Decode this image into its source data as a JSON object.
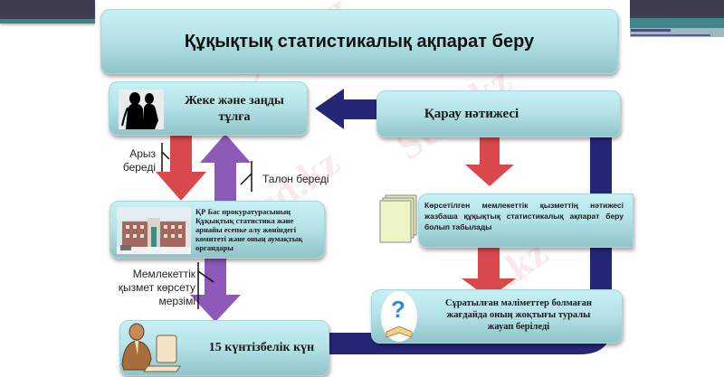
{
  "title": "Құқықтық статистикалық ақпарат беру",
  "nodes": {
    "applicant": {
      "label_line1": "Жеке және заңды",
      "label_line2": "тұлға",
      "icon": "people-silhouette-icon"
    },
    "review_result": {
      "label": "Қарау нәтижесі"
    },
    "authority": {
      "lines": [
        "ҚР Бас прокуратурасының",
        "Құқықтық статистика және",
        "арнайы есепке алу жөніндегі",
        "комитеті және оның аумақтық",
        "органдары"
      ],
      "icon": "building-photo-icon"
    },
    "result_doc": {
      "text": "Көрсетілген мемлекеттік қызметтің нәтижесі жазбаша құқықтық статистикалық ақпарат беру болып табылады",
      "icon": "documents-stack-icon"
    },
    "no_data": {
      "lines": [
        "Сұратылған мәліметтер болмаған",
        "жағдайда оның жоқтығы туралы",
        "жауап беріледі"
      ],
      "icon": "question-book-icon"
    },
    "deadline": {
      "label": "15 күнтізбелік күн",
      "icon": "office-worker-icon"
    }
  },
  "edges": {
    "submits_application": {
      "line1": "Арыз",
      "line2": "береді"
    },
    "gives_ticket": {
      "label": "Талон береді"
    },
    "service_period": {
      "line1": "Мемлекеттік",
      "line2": "қызмет көрсету",
      "line3": "мерзімі"
    }
  },
  "colors": {
    "red_arrow": "#d9494c",
    "purple_arrow": "#8d5aba",
    "navy_arrow": "#262677",
    "box_top": "#c7f0f4",
    "box_bottom": "#8fc4c9",
    "header_dark": "#3f3e51",
    "header_teal": "#3e8384"
  },
  "watermark": "Stud.kz"
}
